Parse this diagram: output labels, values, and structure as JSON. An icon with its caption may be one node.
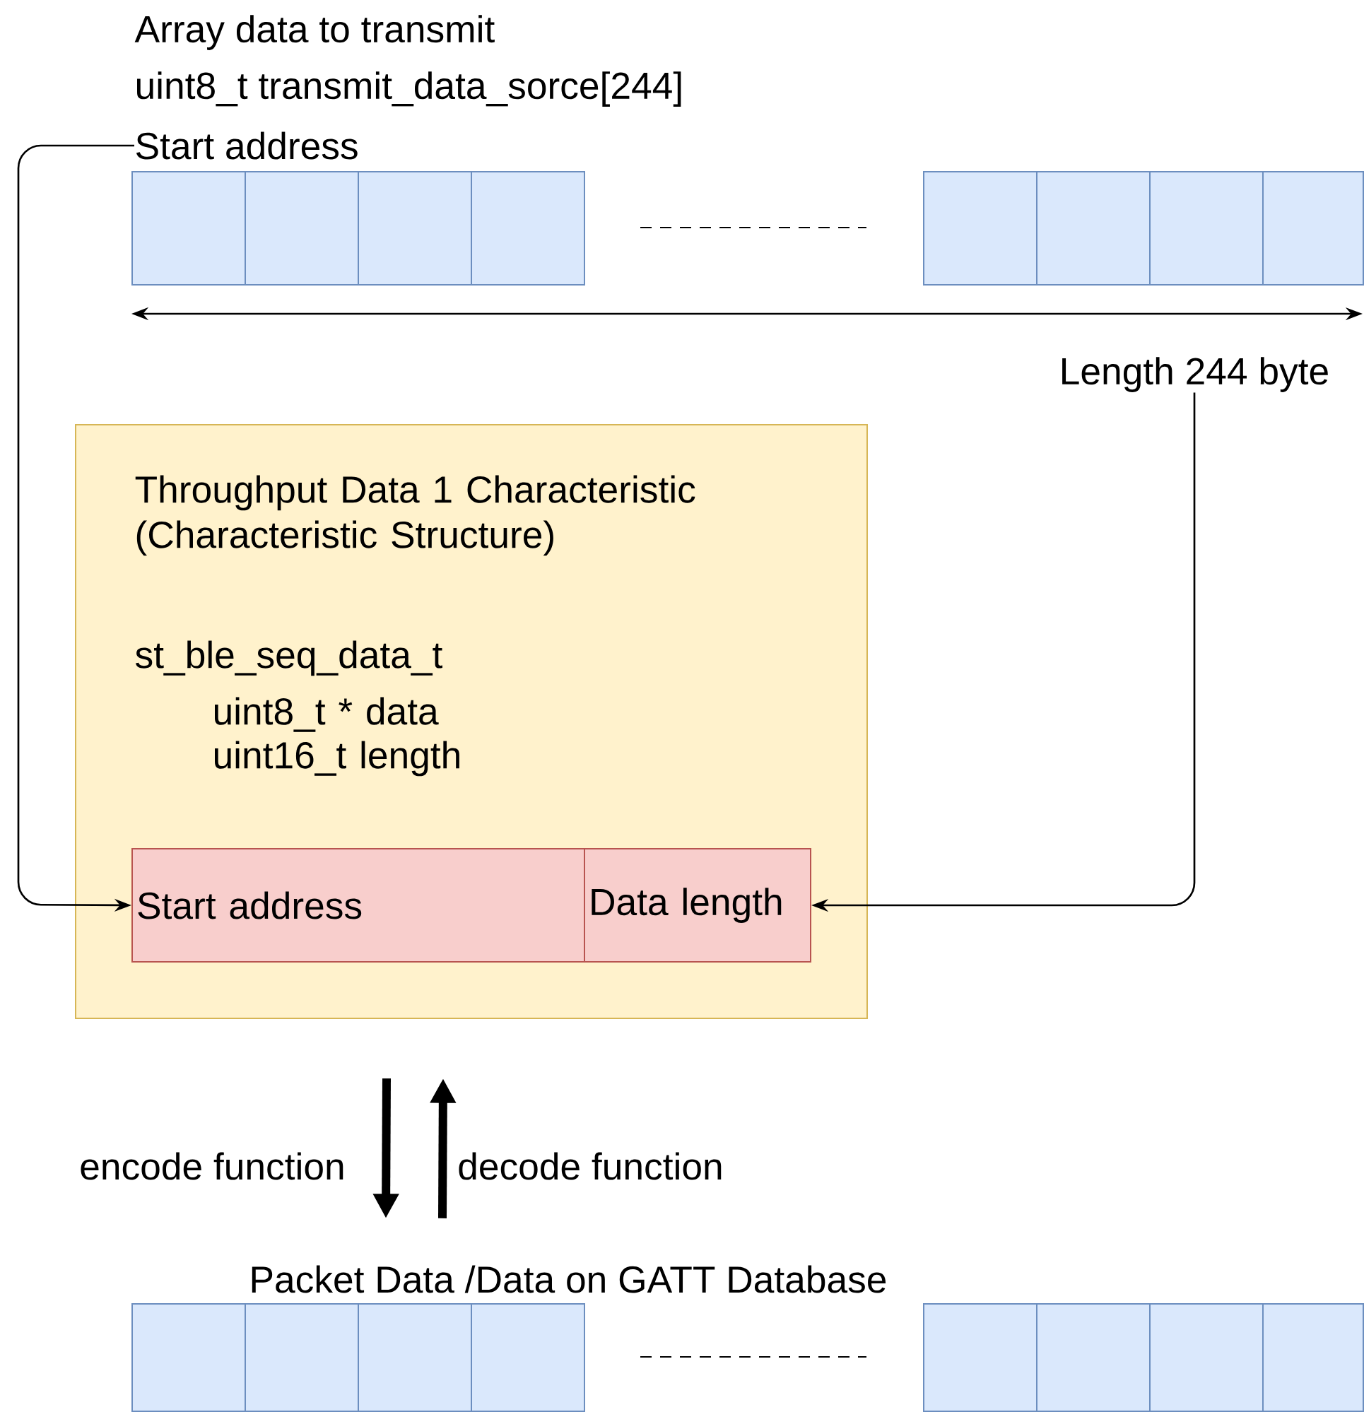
{
  "diagram": {
    "nodes": [
      {
        "text": [
          "Start address"
        ]
      },
      {
        "text": [],
        "shape": "box"
      },
      {
        "text": [],
        "shape": "box"
      },
      {
        "text": [],
        "shape": "box"
      },
      {
        "text": [],
        "shape": "box"
      },
      {
        "text": [],
        "shape": "box"
      },
      {
        "text": [],
        "shape": "box"
      },
      {
        "text": [],
        "shape": "box"
      },
      {
        "text": [],
        "shape": "box"
      },
      {
        "text": [
          "Length 244 byte"
        ]
      },
      {
        "text": [
          "Throughput Data 1 Characteristic (Characteristic Structure)",
          "st_ble_seq_data_t",
          "uint8_t * data",
          "uint16_t length"
        ]
      },
      {
        "text": [
          "Start address"
        ],
        "in": 10
      },
      {
        "text": [
          "Data length"
        ],
        "in": 10
      },
      {
        "text": [
          "Packet Data /Data on GATT Database"
        ]
      },
      {
        "text": [],
        "shape": "box"
      },
      {
        "text": [],
        "shape": "box"
      },
      {
        "text": [],
        "shape": "box"
      },
      {
        "text": [],
        "shape": "box"
      },
      {
        "text": [],
        "shape": "box"
      },
      {
        "text": [],
        "shape": "box"
      },
      {
        "text": [],
        "shape": "box"
      },
      {
        "text": [],
        "shape": "box"
      }
    ],
    "edges": [
      {
        "from": 0,
        "to": 11,
        "arrow": "to"
      },
      {
        "from": 9,
        "to": 12,
        "arrow": "to"
      },
      {
        "from": 10,
        "to": 13,
        "arrow": "to",
        "label": "encode function",
        "style": "thick"
      },
      {
        "from": 13,
        "to": 10,
        "arrow": "to",
        "label": "decode function",
        "style": "thick"
      }
    ],
    "labels": [
      "Array data to transmit",
      "uint8_t transmit_data_sorce[244]"
    ]
  }
}
